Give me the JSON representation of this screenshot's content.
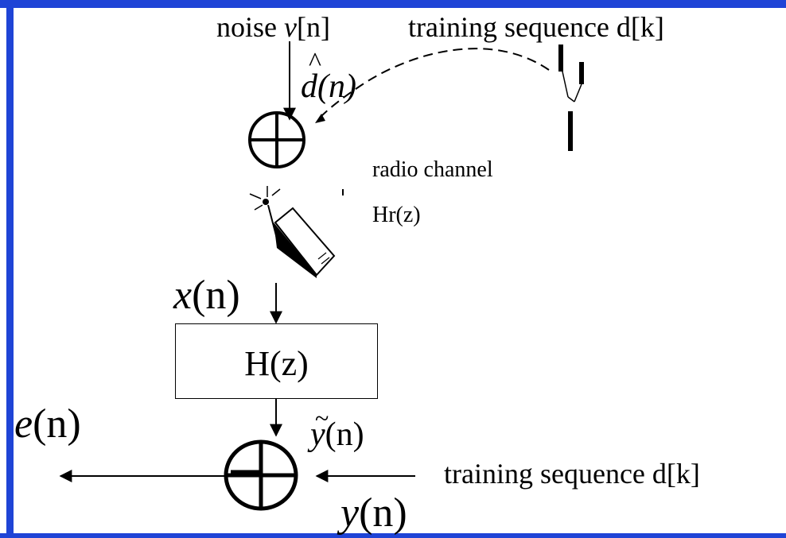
{
  "labels": {
    "noise_word": "noise",
    "noise_var": "v",
    "noise_index": "[n]",
    "training_top": "training sequence d[k]",
    "dhat_letter": "d",
    "dhat_hat": "^",
    "dhat_arg": "(n)",
    "radio_channel": "radio channel",
    "hr": "Hr(z)",
    "x": "x",
    "x_arg": "(n)",
    "filter": "H(z)",
    "e": "e",
    "e_arg": "(n)",
    "ytilde_letter": "y",
    "ytilde_tilde": "~",
    "ytilde_arg": "(n)",
    "training_bottom": "training sequence d[k]",
    "y": "y",
    "y_arg": "(n)"
  },
  "colors": {
    "frame": "#1f44d6",
    "ink": "#000000"
  },
  "icons": {
    "sum_top": "summation-junction-icon",
    "sum_bottom": "summation-junction-icon",
    "antenna": "antenna-icon",
    "phone": "mobile-phone-icon"
  }
}
